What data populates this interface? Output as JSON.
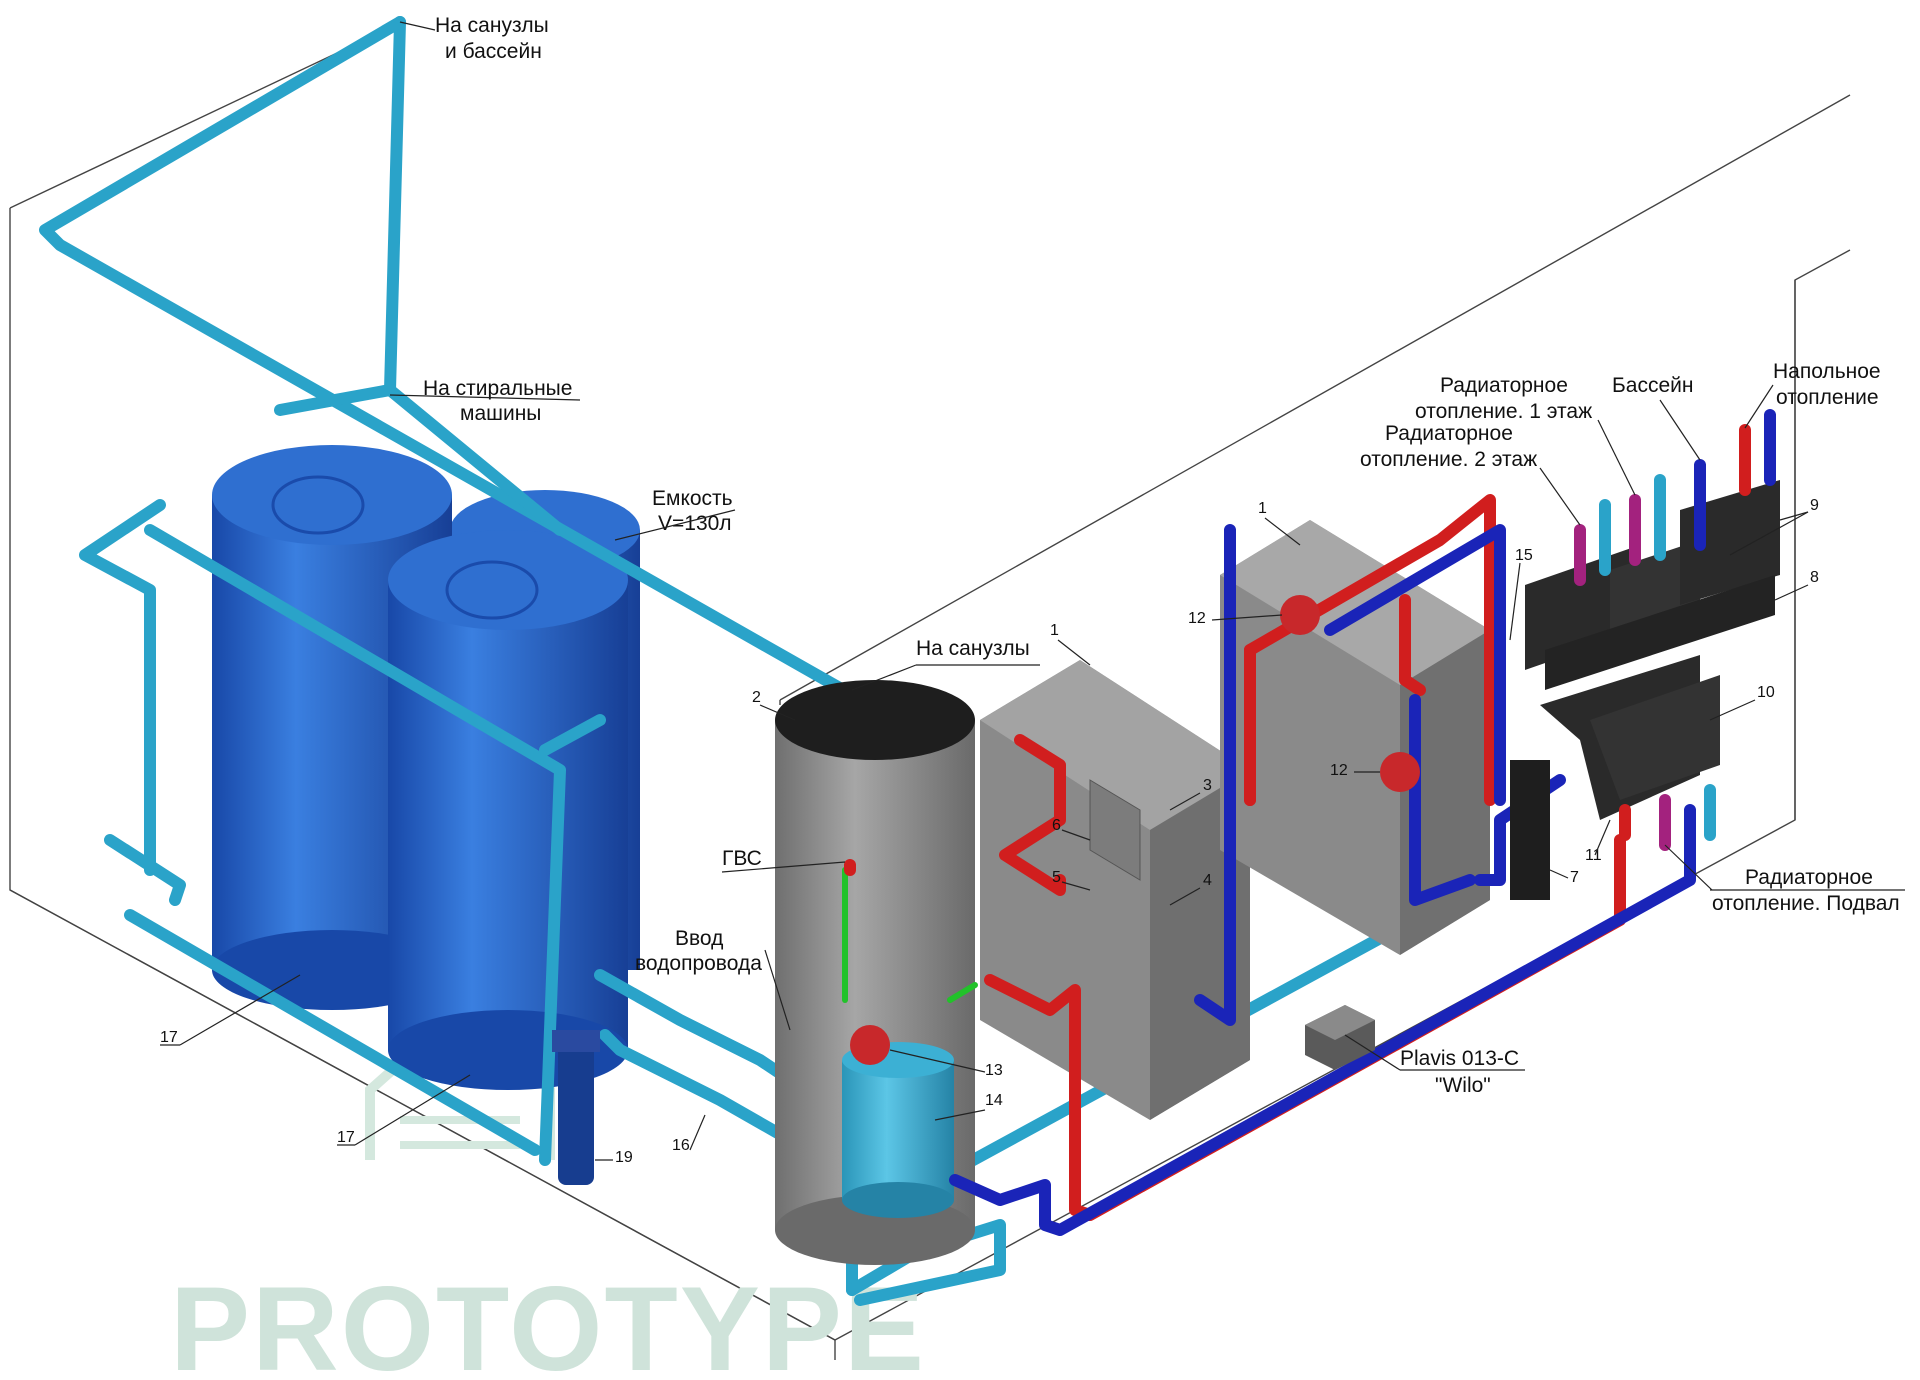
{
  "labels": {
    "to_bathrooms_pool": [
      "На санузлы",
      "и бассейн"
    ],
    "to_washing_machines": [
      "На стиральные",
      "машины"
    ],
    "tank": [
      "Емкость",
      "V=130л"
    ],
    "to_bathrooms": "На санузлы",
    "dhw": "ГВС",
    "water_inlet": [
      "Ввод",
      "водопровода"
    ],
    "rad_floor1": [
      "Радиаторное",
      "отопление. 1 этаж"
    ],
    "rad_floor2": [
      "Радиаторное",
      "отопление. 2 этаж"
    ],
    "pool": "Бассейн",
    "underfloor": [
      "Напольное",
      "отопление"
    ],
    "rad_basement": [
      "Радиаторное",
      "отопление. Подвал"
    ],
    "controller": [
      "Plavis 013-C",
      "\"Wilo\""
    ]
  },
  "callouts": {
    "n1a": "1",
    "n1b": "1",
    "n2": "2",
    "n3": "3",
    "n4": "4",
    "n5": "5",
    "n6": "6",
    "n7": "7",
    "n8": "8",
    "n9": "9",
    "n10": "10",
    "n11": "11",
    "n12a": "12",
    "n12b": "12",
    "n13": "13",
    "n14": "14",
    "n15": "15",
    "n16": "16",
    "n17a": "17",
    "n17b": "17",
    "n19": "19"
  },
  "watermark": "PROTOTYPE",
  "colors": {
    "cold_water": "#2aa3c9",
    "supply": "#d11e1e",
    "return": "#1a24b8",
    "tank_blue": "#1f5fc4",
    "boiler_gray": "#8c8c8c",
    "manifold_black": "#222222"
  }
}
